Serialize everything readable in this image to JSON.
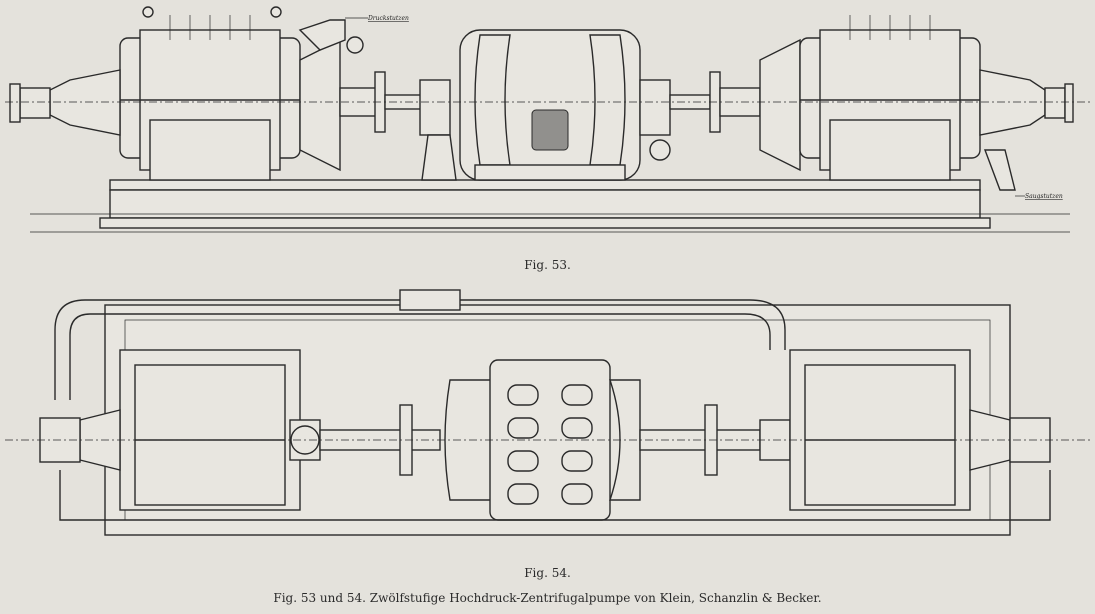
{
  "figures": {
    "fig53": {
      "caption": "Fig. 53.",
      "labels": {
        "discharge": "Druckstutzen",
        "suction": "Saugstutzen"
      }
    },
    "fig54": {
      "caption": "Fig. 54."
    },
    "main_caption": "Fig. 53 und 54.  Zwölfstufige Hochdruck-Zentrifugalpumpe von Klein, Schanzlin & Becker."
  }
}
